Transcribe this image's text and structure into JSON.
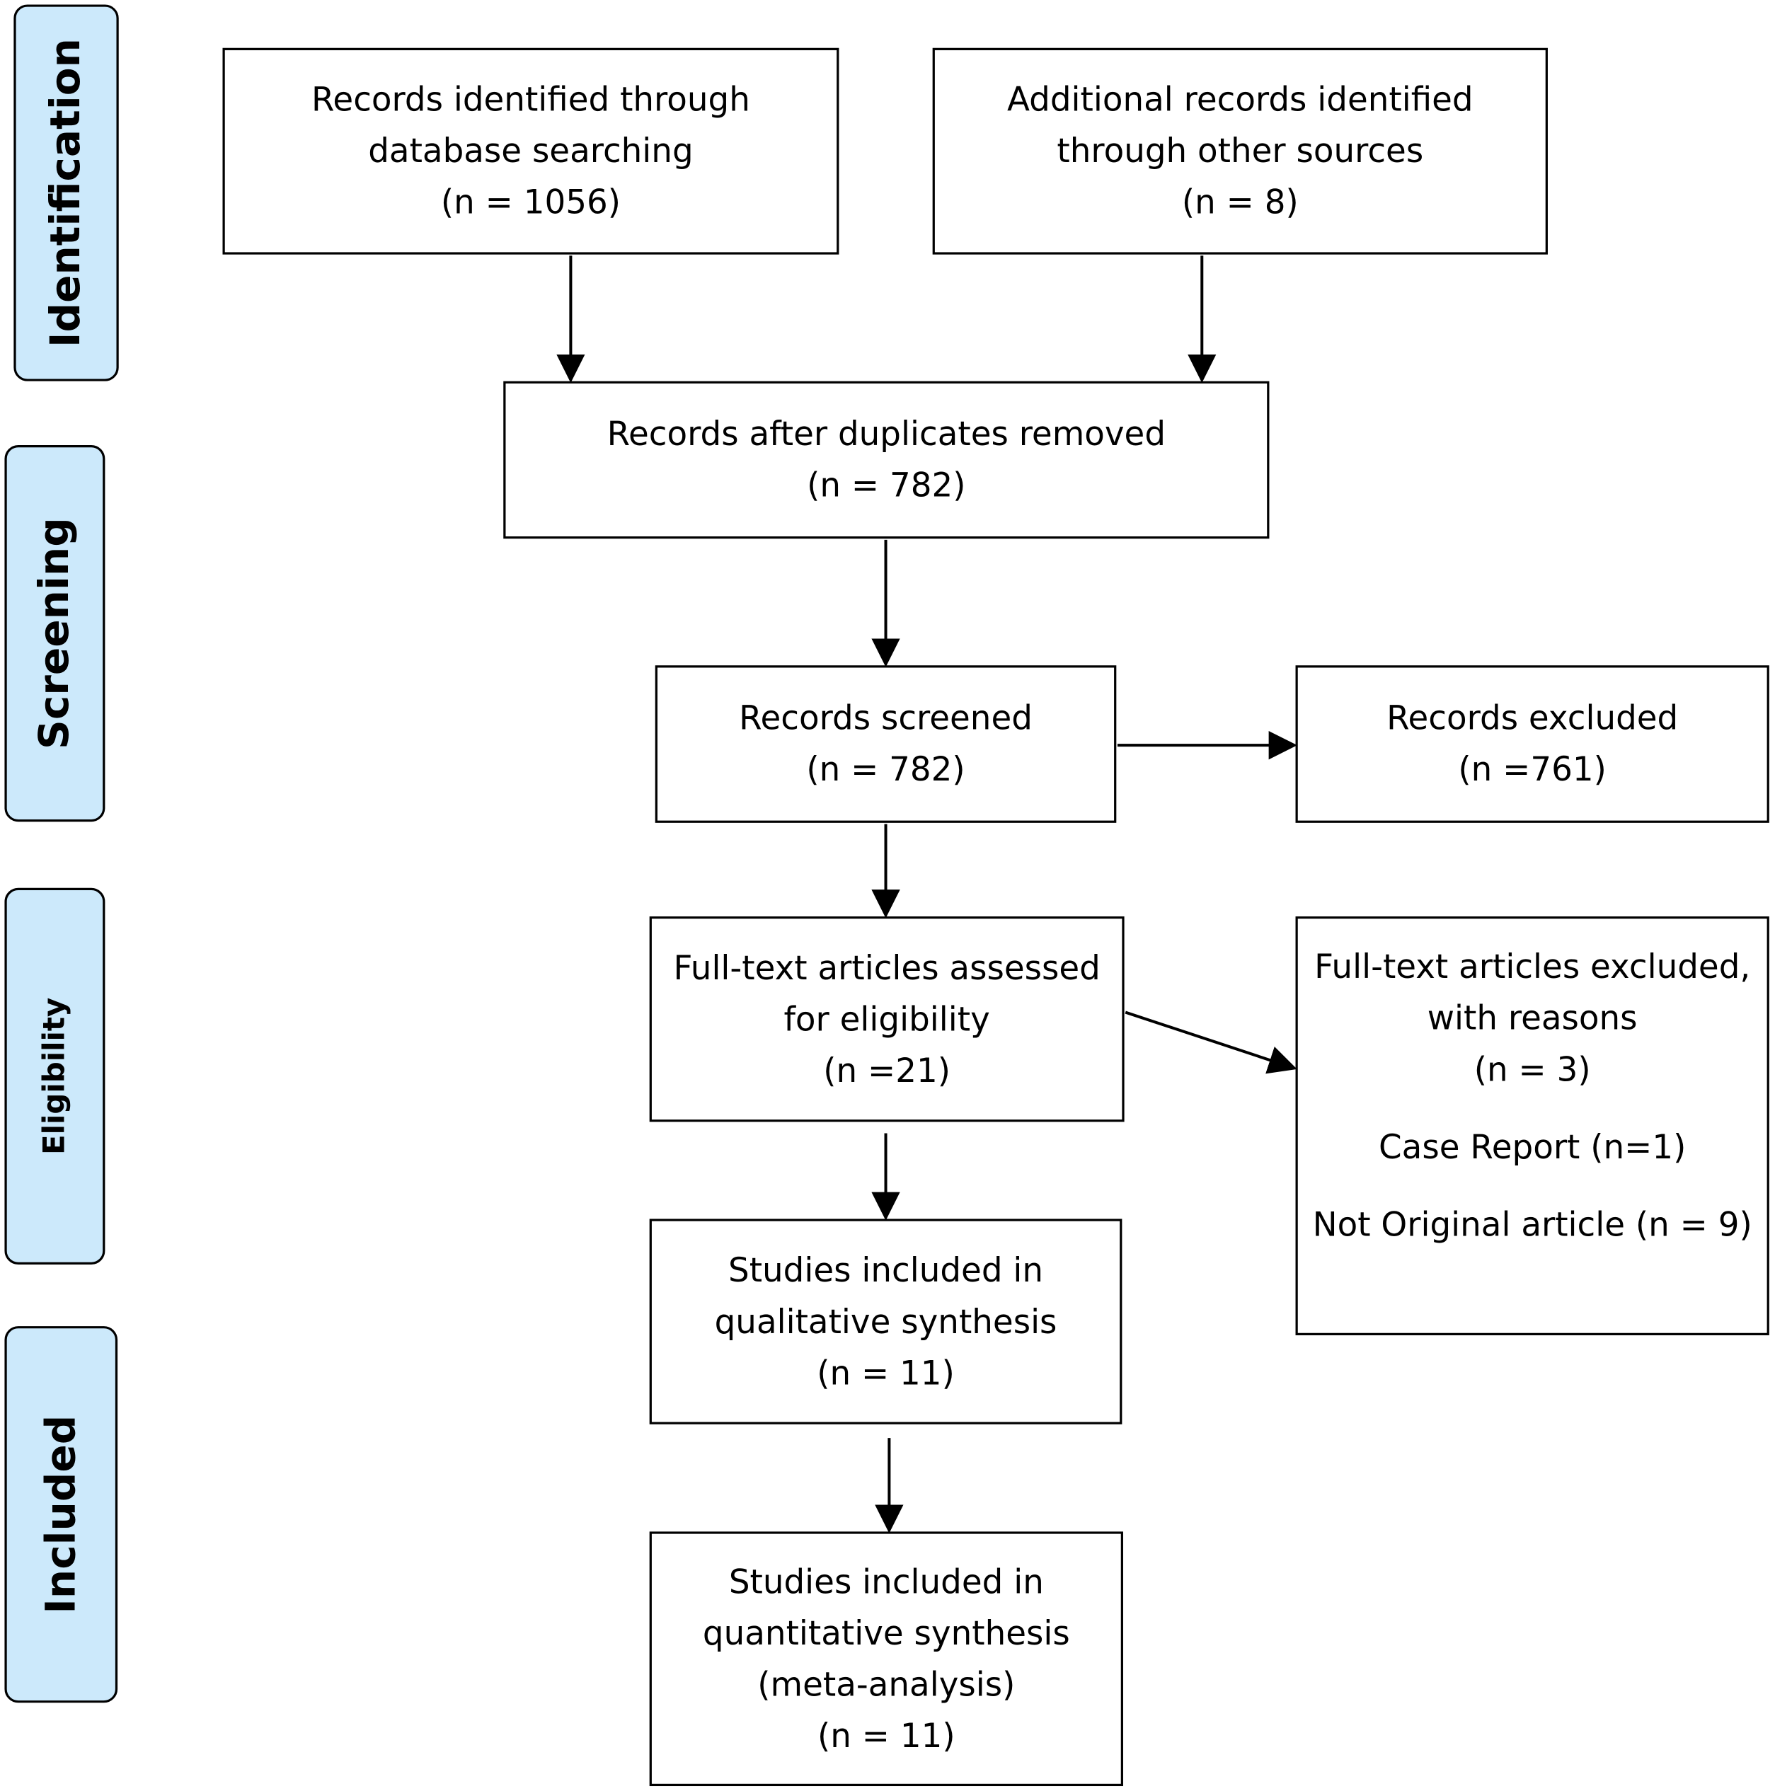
{
  "phases": {
    "identification": "Identification",
    "screening": "Screening",
    "eligibility": "Eligibility",
    "included": "Included"
  },
  "boxes": {
    "db_search": {
      "line1": "Records identified through",
      "line2": "database searching",
      "count": "(n = 1056)"
    },
    "other_sources": {
      "line1": "Additional records identified",
      "line2": "through other sources",
      "count": "(n = 8)"
    },
    "after_duplicates": {
      "line1": "Records after duplicates removed",
      "count": "(n = 782)"
    },
    "screened": {
      "line1": "Records screened",
      "count": "(n = 782)"
    },
    "excluded": {
      "line1": "Records excluded",
      "count": "(n =761)"
    },
    "full_text_assessed": {
      "line1": "Full-text articles assessed",
      "line2": "for eligibility",
      "count": "(n =21)"
    },
    "full_text_excluded": {
      "line1": "Full-text articles excluded,",
      "line2": "with reasons",
      "count": "(n = 3)",
      "reason1": "Case Report (n=1)",
      "reason2": "Not Original article (n = 9)"
    },
    "qualitative": {
      "line1": "Studies included in",
      "line2": "qualitative synthesis",
      "count": "(n = 11)"
    },
    "quantitative": {
      "line1": "Studies included in",
      "line2": "quantitative synthesis",
      "line3": "(meta-analysis)",
      "count": "(n = 11)"
    }
  }
}
